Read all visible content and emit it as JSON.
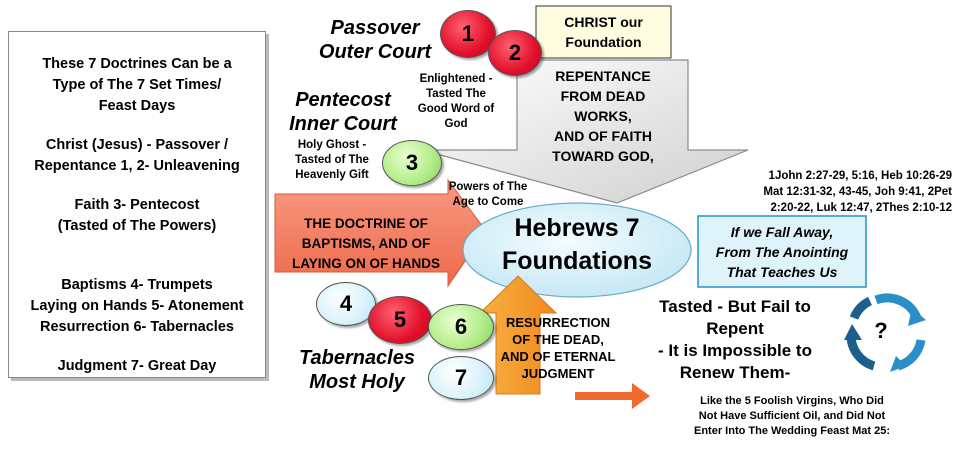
{
  "left_panel": {
    "para1": [
      "These 7 Doctrines Can be a",
      "Type of The 7 Set Times/",
      "Feast Days"
    ],
    "para2": [
      "Christ (Jesus) - Passover /",
      "Repentance 1, 2- Unleavening"
    ],
    "para3": [
      "Faith 3- Pentecost",
      "(Tasted of The Powers)"
    ],
    "para4": [
      "Baptisms 4- Trumpets",
      "Laying on Hands 5- Atonement",
      "Resurrection 6- Tabernacles"
    ],
    "para5": [
      "Judgment 7- Great Day"
    ]
  },
  "passover": {
    "title1": "Passover",
    "title2": "Outer Court"
  },
  "enlightened": [
    "Enlightened -",
    "Tasted The",
    "Good Word of",
    "God"
  ],
  "pentecost": {
    "title1": "Pentecost",
    "title2": "Inner Court"
  },
  "holy_ghost": [
    "Holy Ghost -",
    "Tasted of The",
    "Heavenly Gift"
  ],
  "powers": [
    "Powers of The",
    "Age to Come"
  ],
  "christ_box": [
    "CHRIST our",
    "Foundation"
  ],
  "repentance": [
    "REPENTANCE",
    "FROM DEAD",
    "WORKS,",
    "AND OF FAITH",
    "TOWARD GOD,"
  ],
  "baptisms": [
    "THE DOCTRINE OF",
    "BAPTISMS, AND OF",
    "LAYING ON OF HANDS"
  ],
  "center": [
    "Hebrews 7",
    "Foundations"
  ],
  "resurrection": [
    "RESURRECTION",
    "OF THE DEAD,",
    "AND OF ETERNAL",
    "JUDGMENT"
  ],
  "tabernacles": {
    "title1": "Tabernacles",
    "title2": "Most Holy"
  },
  "refs": [
    "1John 2:27-29, 5:16, Heb 10:26-29",
    "Mat 12:31-32, 43-45, Joh 9:41, 2Pet",
    "2:20-22, Luk 12:47, 2Thes 2:10-12"
  ],
  "fall_away": [
    "If we Fall Away,",
    "From The Anointing",
    "That Teaches Us"
  ],
  "tasted": [
    "Tasted - But  Fail to",
    "Repent",
    "- It is Impossible to",
    "Renew Them-"
  ],
  "virgins": [
    "Like the 5 Foolish Virgins, Who Did",
    "Not Have Sufficient Oil, and Did Not",
    "Enter Into The Wedding Feast Mat 25:"
  ],
  "circles": [
    "1",
    "2",
    "3",
    "4",
    "5",
    "6",
    "7"
  ],
  "question_mark": "?",
  "colors": {
    "red": "#e2102b",
    "green": "#b2ec88",
    "light_blue": "#d8f2fa",
    "salmon": "#f47a5e",
    "orange": "#f5a030",
    "gray_arrow": "#e2e2e2",
    "box_yellow": "#fffde0",
    "cycle_blue": "#2a8fc8"
  }
}
